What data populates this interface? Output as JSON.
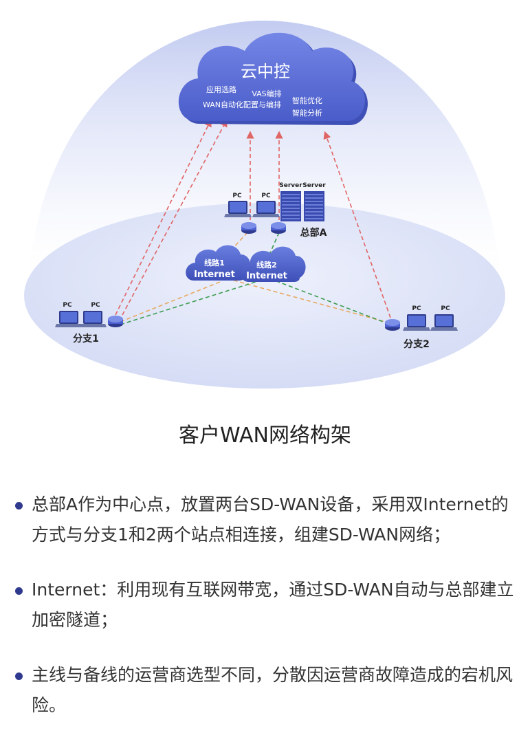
{
  "diagram": {
    "cloud": {
      "title": "云中控",
      "features": [
        "应用选路",
        "VAS编排",
        "智能优化",
        "WAN自动化配置与编排",
        "智能分析"
      ]
    },
    "hq": {
      "label": "总部A",
      "pc_labels": [
        "PC",
        "PC"
      ],
      "server_labels": [
        "Server",
        "Server"
      ]
    },
    "branch1": {
      "label": "分支1",
      "pc_labels": [
        "PC",
        "PC"
      ]
    },
    "branch2": {
      "label": "分支2",
      "pc_labels": [
        "PC",
        "PC"
      ]
    },
    "line1": {
      "name": "线路1",
      "type": "Internet"
    },
    "line2": {
      "name": "线路2",
      "type": "Internet"
    },
    "colors": {
      "cloud": "#5b6fd6",
      "control_link": "#e06565",
      "line1_link": "#e8a85f",
      "line2_link": "#3b9b4f",
      "sphere": "#dfe4f7"
    }
  },
  "caption": "客户WAN网络构架",
  "bullets": [
    "总部A作为中心点，放置两台SD-WAN设备，采用双Internet的方式与分支1和2两个站点相连接，组建SD-WAN网络；",
    "Internet：利用现有互联网带宽，通过SD-WAN自动与总部建立加密隧道；",
    "主线与备线的运营商选型不同，分散因运营商故障造成的宕机风险。"
  ]
}
